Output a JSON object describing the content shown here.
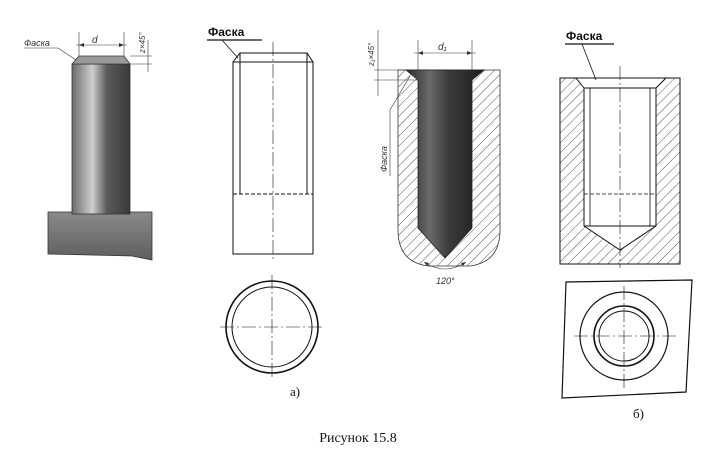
{
  "labels": {
    "chamfer_bold": "Фаска",
    "chamfer_italic": "Фаска",
    "dim_d": "d",
    "dim_d1": "d₁",
    "dim_chamfer_ext": "z×45°",
    "dim_chamfer_int": "z₁×45°",
    "dim_angle": "120°",
    "caption_a": "а)",
    "caption_b": "б)",
    "figure_caption": "Рисунок 15.8"
  },
  "colors": {
    "line": "#111111",
    "shade_dark": "#3a3a3a",
    "shade_light": "#bcbcbc",
    "hatch": "#555555"
  }
}
